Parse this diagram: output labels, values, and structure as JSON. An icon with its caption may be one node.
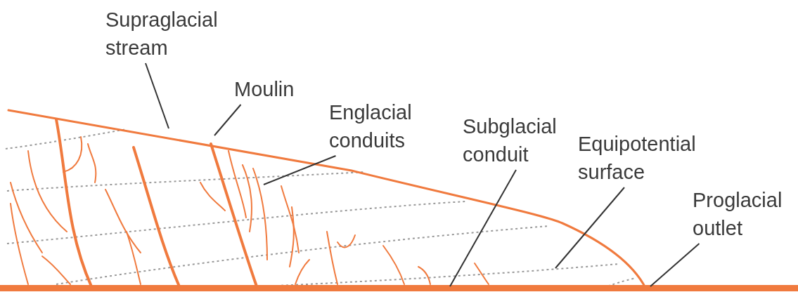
{
  "diagram": {
    "nodes": [
      {
        "text": [
          "Supraglacial stream"
        ]
      },
      {
        "text": [
          "Moulin"
        ]
      },
      {
        "text": [
          "Englacial conduits"
        ]
      },
      {
        "text": [
          "Subglacial conduit"
        ]
      },
      {
        "text": [
          "Equipotential surface"
        ]
      },
      {
        "text": [
          "Proglacial outlet"
        ]
      }
    ],
    "edges": [
      {
        "from": 0,
        "to": null,
        "arrow": "none"
      },
      {
        "from": 1,
        "to": null,
        "arrow": "none"
      },
      {
        "from": 2,
        "to": null,
        "arrow": "none"
      },
      {
        "from": 3,
        "to": null,
        "arrow": "none"
      },
      {
        "from": 4,
        "to": null,
        "arrow": "none"
      },
      {
        "from": 5,
        "to": null,
        "arrow": "none"
      }
    ]
  }
}
